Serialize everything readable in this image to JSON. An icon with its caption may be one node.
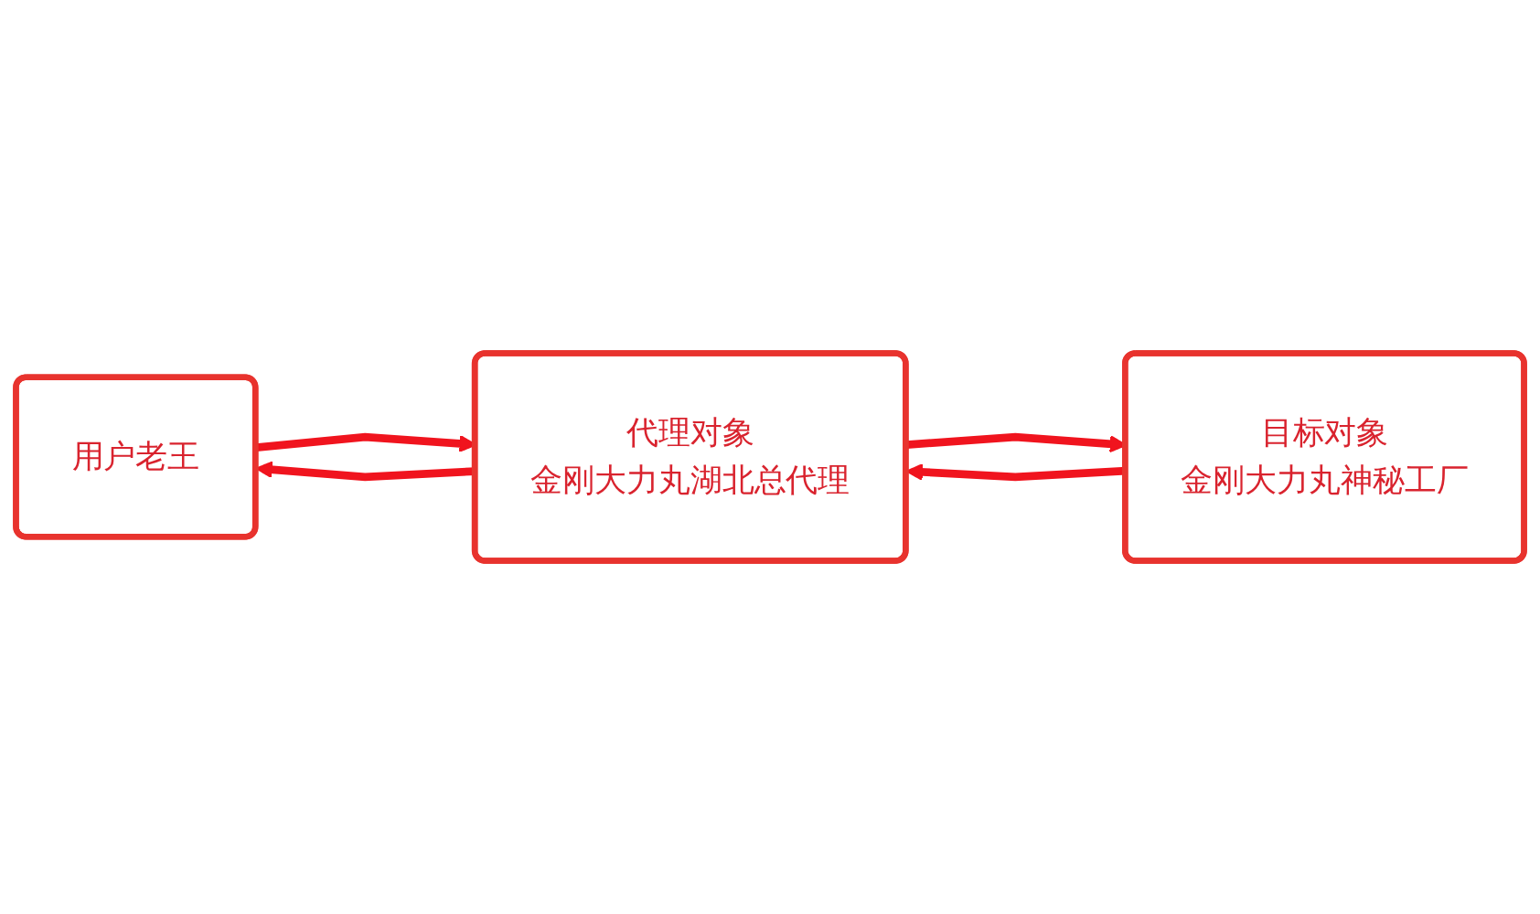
{
  "diagram": {
    "nodes": [
      {
        "text": [
          "用户老王"
        ]
      },
      {
        "text": [
          "代理对象",
          "金刚大力丸湖北总代理"
        ]
      },
      {
        "text": [
          "目标对象",
          "金刚大力丸神秘工厂"
        ]
      }
    ],
    "edges": [
      {
        "from": 0,
        "to": 1,
        "arrow": "to"
      },
      {
        "from": 1,
        "to": 2,
        "arrow": "to"
      },
      {
        "from": 2,
        "to": 1,
        "arrow": "to"
      },
      {
        "from": 1,
        "to": 0,
        "arrow": "to"
      }
    ]
  }
}
